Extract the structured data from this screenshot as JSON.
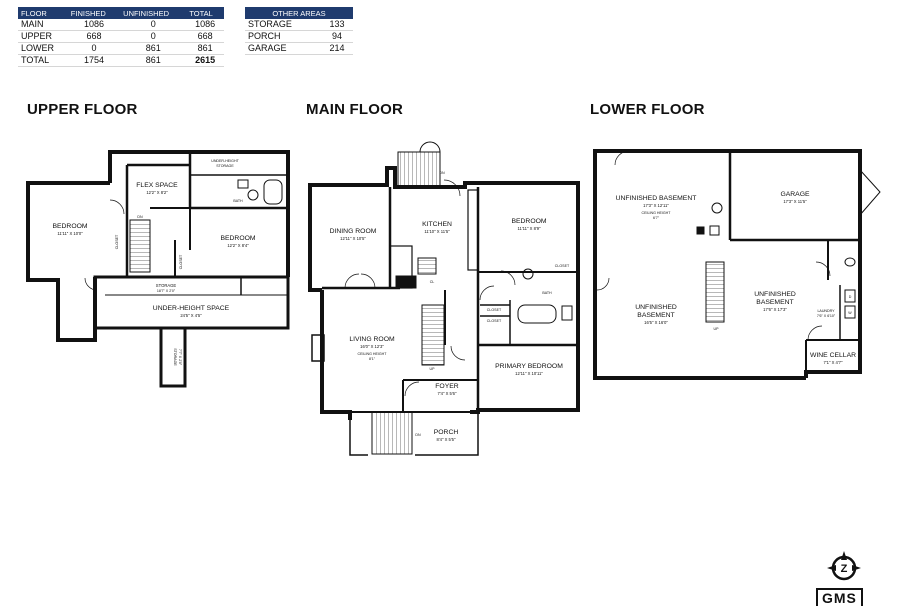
{
  "area_table": {
    "headers": [
      "FLOOR",
      "FINISHED",
      "UNFINISHED",
      "TOTAL"
    ],
    "rows": [
      [
        "MAIN",
        "1086",
        "0",
        "1086"
      ],
      [
        "UPPER",
        "668",
        "0",
        "668"
      ],
      [
        "LOWER",
        "0",
        "861",
        "861"
      ],
      [
        "TOTAL",
        "1754",
        "861",
        "2615"
      ]
    ]
  },
  "other_areas": {
    "header": "OTHER AREAS",
    "rows": [
      [
        "STORAGE",
        "133"
      ],
      [
        "PORCH",
        "94"
      ],
      [
        "GARAGE",
        "214"
      ]
    ]
  },
  "floors": {
    "upper": {
      "title": "UPPER FLOOR",
      "rooms": {
        "bedroom_west": [
          "BEDROOM",
          "11'11\" X 10'0\""
        ],
        "flex_space": [
          "FLEX SPACE",
          "12'2\" X 8'2\""
        ],
        "underheight_storage": [
          "UNDER-HEIGHT",
          "STORAGE"
        ],
        "bath": "BATH",
        "bedroom_east": [
          "BEDROOM",
          "12'2\" X 8'4\""
        ],
        "closet_1": "CLOSET",
        "closet_2": "CLOSET",
        "storage_strip": [
          "STORAGE",
          "18'7\" X 2'0\""
        ],
        "underheight_space": [
          "UNDER-HEIGHT SPACE",
          "24'5\" X 4'5\""
        ],
        "storage_vertical": [
          "STORAGE",
          "7'7\" X 2'0\""
        ],
        "dn": "DN"
      }
    },
    "main": {
      "title": "MAIN FLOOR",
      "rooms": {
        "dining": [
          "DINING ROOM",
          "12'11\" X 10'5\""
        ],
        "kitchen": [
          "KITCHEN",
          "11'10\" X 11'5\""
        ],
        "bedroom": [
          "BEDROOM",
          "11'11\" X 8'9\""
        ],
        "closet_bed": "CLOSET",
        "bath": "BATH",
        "living": [
          "LIVING ROOM",
          "16'0\" X 12'3\"",
          "CEILING HEIGHT",
          "8'1\""
        ],
        "cl": "CL",
        "foyer": [
          "FOYER",
          "7'4\" X 5'6\""
        ],
        "primary": [
          "PRIMARY BEDROOM",
          "12'11\" X 10'11\""
        ],
        "closet_p1": "CLOSET",
        "closet_p2": "CLOSET",
        "porch": [
          "PORCH",
          "8'4\" X 5'5\""
        ],
        "dn_top": "DN",
        "dn_porch": "DN",
        "up": "UP"
      }
    },
    "lower": {
      "title": "LOWER FLOOR",
      "rooms": {
        "unf_north": [
          "UNFINISHED BASEMENT",
          "17'3\" X 12'11\"",
          "CEILING HEIGHT",
          "6'7\""
        ],
        "garage": [
          "GARAGE",
          "17'3\" X 11'5\""
        ],
        "unf_sw": [
          "UNFINISHED",
          "BASEMENT",
          "16'5\" X 16'0\""
        ],
        "unf_se": [
          "UNFINISHED",
          "BASEMENT",
          "17'6\" X 17'3\""
        ],
        "laundry": [
          "LAUNDRY",
          "7'6\" X 6'10\""
        ],
        "wine": [
          "WINE CELLAR",
          "7'1\" X 4'7\""
        ],
        "up": "UP",
        "d": "D",
        "w": "W"
      }
    }
  },
  "logo": {
    "text": "GMS",
    "icon": "compass-z-icon"
  },
  "colors": {
    "header_bg": "#1f3b6e",
    "wall": "#111111",
    "background": "#ffffff"
  }
}
